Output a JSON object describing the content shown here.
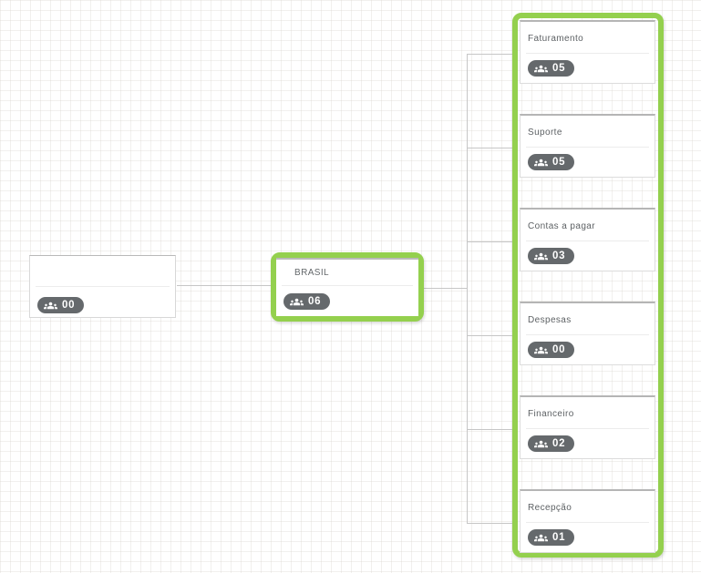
{
  "app": {
    "view": "organization-chart",
    "badge_icon": "people-group-icon"
  },
  "colors": {
    "highlight_green": "#94d04e",
    "badge_background": "#65696c",
    "badge_text": "#ffffff",
    "connector": "#c6c6c6",
    "node_border": "#d8d8d8",
    "title_text": "#5d6164"
  },
  "tree": {
    "root": {
      "title": "",
      "count": "00"
    },
    "selected": {
      "title": "BRASIL",
      "count": "06"
    },
    "children": [
      {
        "title": "Faturamento",
        "count": "05"
      },
      {
        "title": "Suporte",
        "count": "05"
      },
      {
        "title": "Contas a pagar",
        "count": "03"
      },
      {
        "title": "Despesas",
        "count": "00"
      },
      {
        "title": "Financeiro",
        "count": "02"
      },
      {
        "title": "Recepção",
        "count": "01"
      }
    ]
  }
}
